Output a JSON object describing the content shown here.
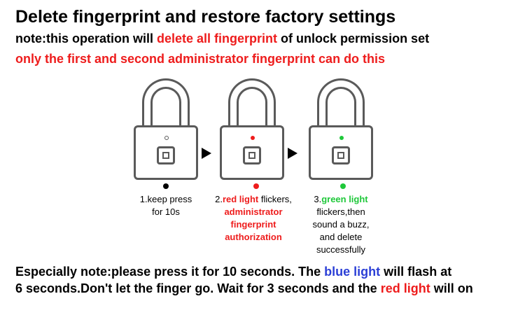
{
  "title": "Delete fingerprint and restore factory settings",
  "note": {
    "prefix": "note:this operation will ",
    "highlight": "delete all fingerprint",
    "suffix": " of unlock permission set"
  },
  "restriction": "only the first and second administrator fingerprint can do this",
  "steps": [
    {
      "lines": [
        "1.keep press",
        "for 10s"
      ]
    },
    {
      "prefix": "2.",
      "highlight": "red light",
      "after": " flickers,",
      "red_lines": [
        "administrator",
        "fingerprint",
        "authorization"
      ]
    },
    {
      "prefix": "3.",
      "highlight": "green light",
      "lines": [
        "flickers,then",
        "sound a buzz,",
        "and delete",
        "successfully"
      ]
    }
  ],
  "footer": {
    "l1_a": "Especially note:please press it for 10 seconds. The ",
    "l1_blue": "blue light",
    "l1_b": " will flash at",
    "l2_a": "6 seconds.Don't let the finger go. Wait for 3 seconds and the ",
    "l2_red": "red light",
    "l2_b": " will on"
  },
  "colors": {
    "red": "#ee1c1c",
    "green": "#1fc83a",
    "blue": "#2b3fd6",
    "lock_outline": "#5a5a5a"
  },
  "icons": {
    "lock": "padlock-icon",
    "sensor": "fingerprint-sensor-icon",
    "arrow": "right-triangle-arrow-icon"
  }
}
